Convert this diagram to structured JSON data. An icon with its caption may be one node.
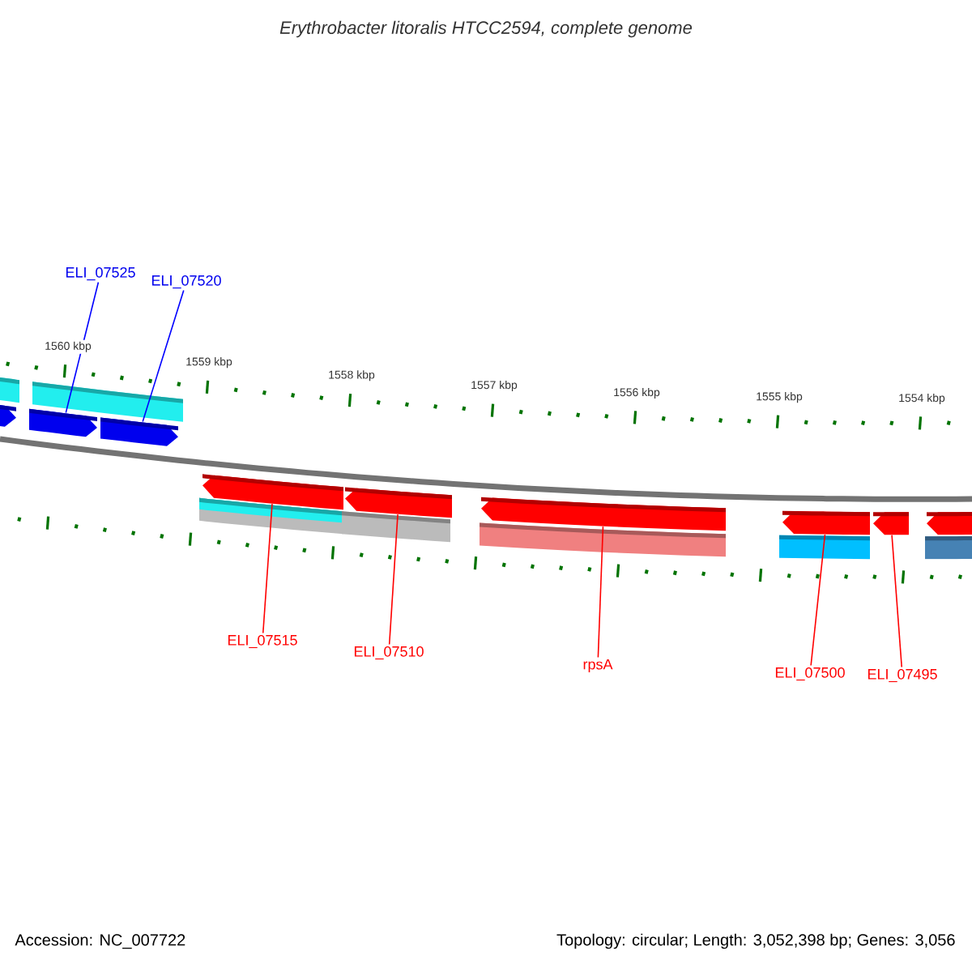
{
  "diagram": {
    "title": "Erythrobacter litoralis HTCC2594, complete genome",
    "nodes": [
      {
        "text": [
          "ELI_07525"
        ]
      },
      {
        "text": [
          "ELI_07520"
        ]
      },
      {
        "text": [
          "ELI_07515"
        ]
      },
      {
        "text": [
          "ELI_07510"
        ]
      },
      {
        "text": [
          "rpsA"
        ]
      },
      {
        "text": [
          "ELI_07500"
        ]
      },
      {
        "text": [
          "ELI_07495"
        ]
      },
      {
        "text": [],
        "shape": "arrow"
      },
      {
        "text": [],
        "shape": "arrow"
      },
      {
        "text": [],
        "shape": "arrow"
      },
      {
        "text": [],
        "shape": "arrow"
      },
      {
        "text": [],
        "shape": "arrow"
      },
      {
        "text": [],
        "shape": "arrow"
      },
      {
        "text": [],
        "shape": "arrow"
      }
    ],
    "edges": [
      {
        "from": 0,
        "to": 7,
        "arrow": "none",
        "color": "#0000ff"
      },
      {
        "from": 1,
        "to": 8,
        "arrow": "none",
        "color": "#0000ff"
      },
      {
        "from": 2,
        "to": 9,
        "arrow": "none"
      },
      {
        "from": 3,
        "to": 10,
        "arrow": "none"
      },
      {
        "from": 4,
        "to": 11,
        "arrow": "none"
      },
      {
        "from": 5,
        "to": 12,
        "arrow": "none"
      },
      {
        "from": 6,
        "to": 13,
        "arrow": "none"
      }
    ],
    "labels": [
      "1560 kbp",
      "1559 kbp",
      "1558 kbp",
      "1557 kbp",
      "1556 kbp",
      "1555 kbp",
      "1554 kbp",
      "Accession: NC_007722",
      "Topology: circular; Length: 3,052,398 bp; Genes: 3,056"
    ]
  }
}
